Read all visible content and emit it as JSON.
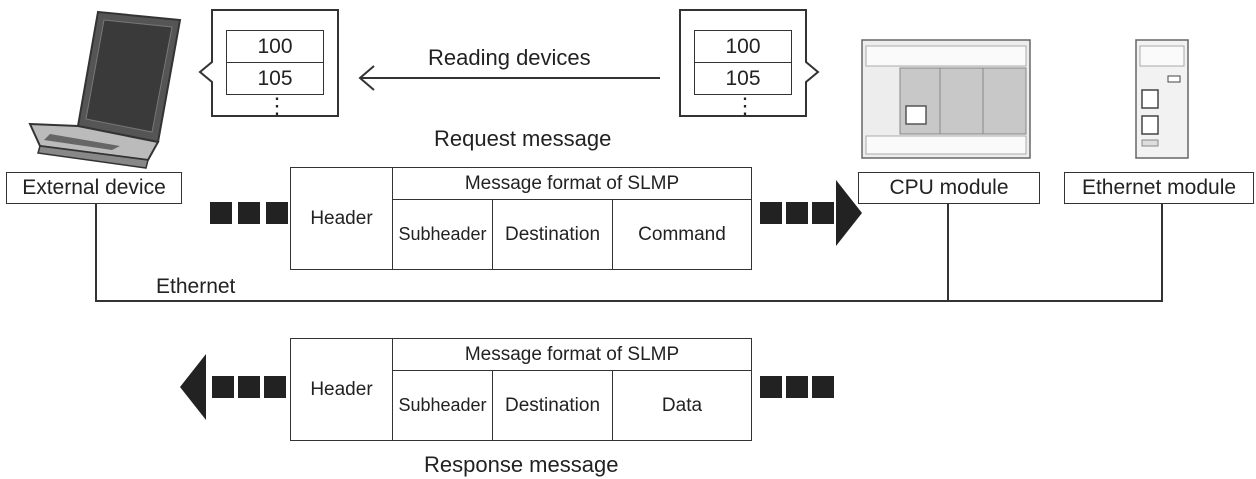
{
  "labels": {
    "reading_devices": "Reading devices",
    "request_message": "Request message",
    "response_message": "Response message",
    "ethernet": "Ethernet",
    "external_device": "External device",
    "cpu_module": "CPU module",
    "ethernet_module": "Ethernet module"
  },
  "memory": {
    "values": [
      "100",
      "105"
    ],
    "ellipsis": "⋮"
  },
  "request_frame": {
    "header": "Header",
    "format_title": "Message format of SLMP",
    "fields": [
      "Subheader",
      "Destination",
      "Command"
    ]
  },
  "response_frame": {
    "header": "Header",
    "format_title": "Message format of SLMP",
    "fields": [
      "Subheader",
      "Destination",
      "Data"
    ]
  }
}
